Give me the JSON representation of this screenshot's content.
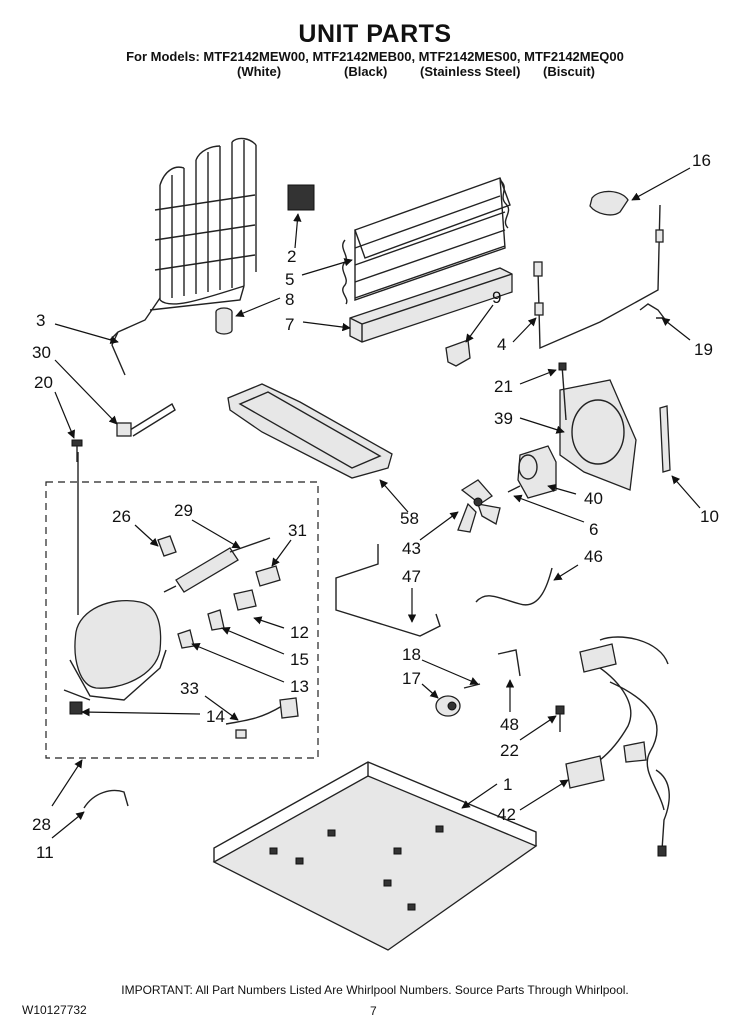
{
  "header": {
    "title": "UNIT PARTS",
    "models": "For Models: MTF2142MEW00, MTF2142MEB00, MTF2142MES00, MTF2142MEQ00",
    "colors": [
      "(White)",
      "(Black)",
      "(Stainless Steel)",
      "(Biscuit)"
    ]
  },
  "callouts": [
    "16",
    "2",
    "5",
    "8",
    "9",
    "7",
    "3",
    "4",
    "19",
    "30",
    "21",
    "20",
    "39",
    "10",
    "40",
    "6",
    "58",
    "26",
    "29",
    "31",
    "43",
    "47",
    "46",
    "12",
    "15",
    "18",
    "17",
    "13",
    "33",
    "14",
    "48",
    "22",
    "1",
    "42",
    "28",
    "11"
  ],
  "footer": {
    "important_note": "IMPORTANT: All Part Numbers Listed Are Whirlpool Numbers. Source Parts Through Whirlpool.",
    "doc_number": "W10127732",
    "page_number": "7"
  }
}
